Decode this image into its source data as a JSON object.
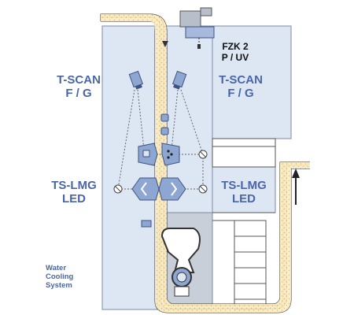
{
  "labels": {
    "tscan_left": {
      "line1": "T-SCAN",
      "line2": "F / G"
    },
    "tscan_right": {
      "line1": "T-SCAN",
      "line2": "F / G"
    },
    "fzk": {
      "line1": "FZK 2",
      "line2": "P / UV"
    },
    "tslmg_left": {
      "line1": "TS-LMG",
      "line2": "LED"
    },
    "tslmg_right": {
      "line1": "TS-LMG",
      "line2": "LED"
    },
    "water": {
      "line1": "Water",
      "line2": "Cooling",
      "line3": "System"
    }
  },
  "colors": {
    "label_text": "#4a66a8",
    "dark_text": "#111111",
    "panel_fill": "#dde6f3",
    "panel_stroke": "#7c8aa3",
    "duct_fill": "#fbecc2",
    "device_fill": "#8ea6d2",
    "device_stroke": "#3f5380"
  },
  "icons": [
    "camera-icon",
    "sensor-icon",
    "led-head-icon",
    "motor-icon",
    "cyclone-separator-icon",
    "flow-arrow-icon"
  ]
}
